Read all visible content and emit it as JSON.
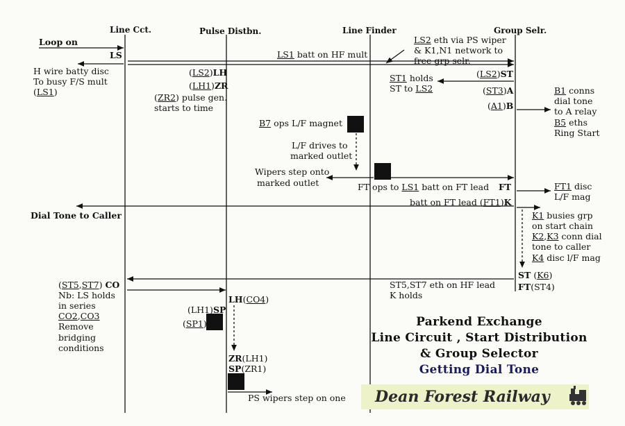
{
  "columns": {
    "line_cct": "Line Cct.",
    "pulse_distbn": "Pulse Distbn.",
    "line_finder": "Line Finder",
    "group_selr": "Group Selr."
  },
  "labels": {
    "loop_on": "Loop on",
    "ls_left": "LS",
    "h_wire_1": "H wire batty disc",
    "h_wire_2": "To busy F/S mult",
    "h_wire_3": "LS1",
    "ls1_batt": "batt on HF mult",
    "ls1_batt_ref": "LS1",
    "ls2_eth_ref": "LS2",
    "ls2_eth_1": " eth via PS wiper",
    "ls2_eth_2": "& K1,N1 network to",
    "ls2_eth_3": "free grp selr.",
    "ls2lh_ref": "LS2",
    "ls2lh_code": "LH",
    "lh1zr_ref": "LH1",
    "lh1zr_code": "ZR",
    "zr2_ref": "ZR2",
    "zr2_1": " pulse gen.",
    "zr2_2": "starts to time",
    "ls2st_ref": "LS2",
    "ls2st_code": "ST",
    "st1_ref": "ST1",
    "st1_1": " holds",
    "st1_2": "ST to ",
    "st1_3": "LS2",
    "st3a_ref": "ST3",
    "st3a_code": "A",
    "a1b_ref": "A1",
    "a1b_code": "B",
    "b1_ref": "B1",
    "b1_1": " conns",
    "b1_2": "dial tone",
    "b1_3": "to A relay",
    "b5_ref": "B5",
    "b5_1": " eths",
    "b5_2": "Ring Start",
    "b7_ref": "B7",
    "b7_1": " ops L/F magnet",
    "lf_drives_1": "L/F drives to",
    "lf_drives_2": "marked outlet",
    "wipers_1": "Wipers step onto",
    "wipers_2": "marked outlet",
    "ft_ops_1": "FT ops to ",
    "ft_ops_ref": "LS1",
    "ft_ops_2": " batt on FT lead",
    "ft_code": "FT",
    "ft1_ref": "FT1",
    "ft1_1": " disc",
    "ft1_2": "L/F mag",
    "batt_ft_1": "batt on FT lead (",
    "batt_ft_ref": "FT1",
    "batt_ft_2": ")",
    "k_code": "K",
    "dial_tone": "Dial Tone to Caller",
    "k1_ref": "K1",
    "k1_1": " busies grp",
    "k1_2": "on start chain",
    "k2_ref": "K2",
    "k3_ref": "K3",
    "k23_1": " conn dial",
    "k23_2": "tone to caller",
    "k4_ref": "K4",
    "k4_1": " disc l/F mag",
    "st_code": "ST",
    "k6_ref": "K6",
    "ft_code2": "FT",
    "st4": "(ST4)",
    "st57_1": "ST5,ST7 eth on HF lead",
    "st57_2": "K holds",
    "st5_ref": "ST5",
    "st7_ref": "ST7",
    "co_code": "CO",
    "nb_1": "Nb: LS holds",
    "nb_2": "in series",
    "co2_ref": "CO2",
    "co3_ref": "CO3",
    "remove_1": "Remove",
    "remove_2": "bridging",
    "remove_3": "conditions",
    "lh1sp_ref": "LH1",
    "lh1sp_code": "SP",
    "sp1_ref": "SP1",
    "lhco4_code": "LH",
    "lhco4_ref": "CO4",
    "zrlh1_code": "ZR",
    "zrlh1_ref": "(LH1)",
    "spzr1_code": "SP",
    "spzr1_ref": "(ZR1)",
    "ps_wipers": "PS wipers step on one"
  },
  "title": {
    "line1": "Parkend Exchange",
    "line2": "Line Circuit , Start Distribution",
    "line3": "& Group Selector",
    "line4": "Getting Dial Tone"
  },
  "banner": "Dean Forest Railway",
  "colors": {
    "title_blue": "#1a1a5e",
    "banner_bg": "#eef2c8"
  }
}
